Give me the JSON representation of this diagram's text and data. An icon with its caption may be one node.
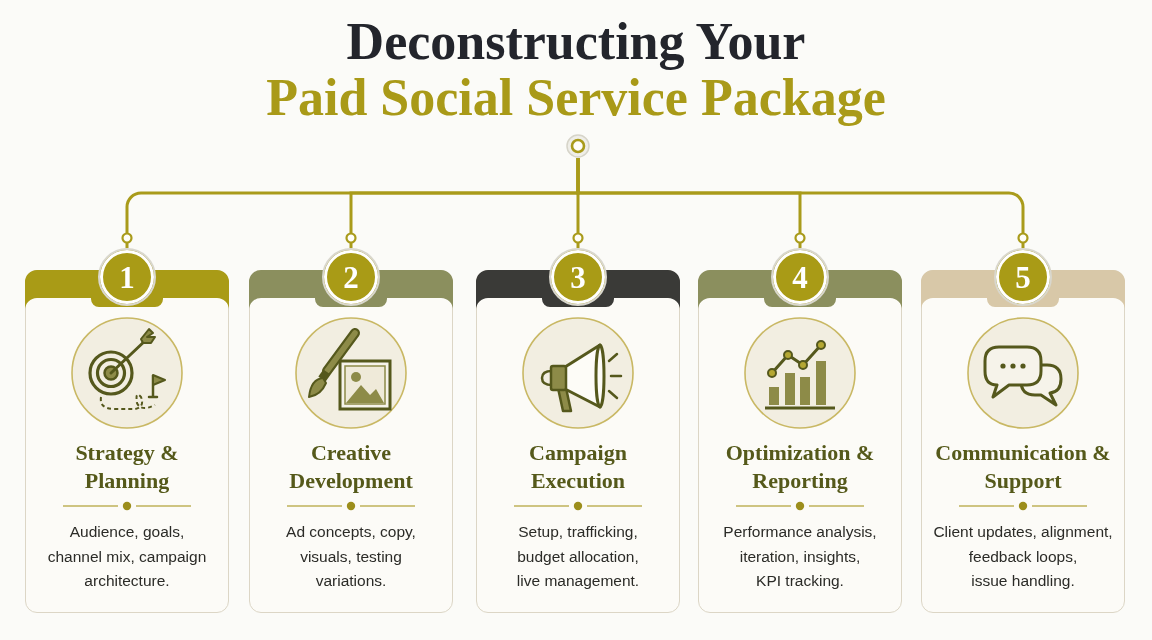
{
  "diagram": {
    "title": "Deconstructing Your Paid Social Service Package",
    "nodes": [
      {
        "text": [],
        "shape": "circle"
      },
      {
        "text": [
          "1"
        ]
      },
      {
        "text": [
          "Strategy & Planning",
          "Audience, goals, channel mix, campaign architecture."
        ]
      },
      {
        "text": [
          "2"
        ]
      },
      {
        "text": [
          "Creative Development",
          "Ad concepts, copy, visuals, testing variations."
        ]
      },
      {
        "text": [
          "3"
        ]
      },
      {
        "text": [
          "Campaign Execution",
          "Setup, trafficking, budget allocation, live management."
        ]
      },
      {
        "text": [
          "4"
        ]
      },
      {
        "text": [
          "Optimization & Reporting",
          "Performance analysis, iteration, insights, KPI tracking."
        ]
      },
      {
        "text": [
          "5"
        ]
      },
      {
        "text": [
          "Communication & Support",
          "Client updates, alignment, feedback loops, issue handling."
        ]
      }
    ],
    "edges": [
      {
        "from": 0,
        "to": 1,
        "arrow": "other"
      },
      {
        "from": 0,
        "to": 3,
        "arrow": "other"
      },
      {
        "from": 0,
        "to": 5,
        "arrow": "other"
      },
      {
        "from": 0,
        "to": 7,
        "arrow": "other"
      },
      {
        "from": 0,
        "to": 9,
        "arrow": "other"
      }
    ]
  }
}
